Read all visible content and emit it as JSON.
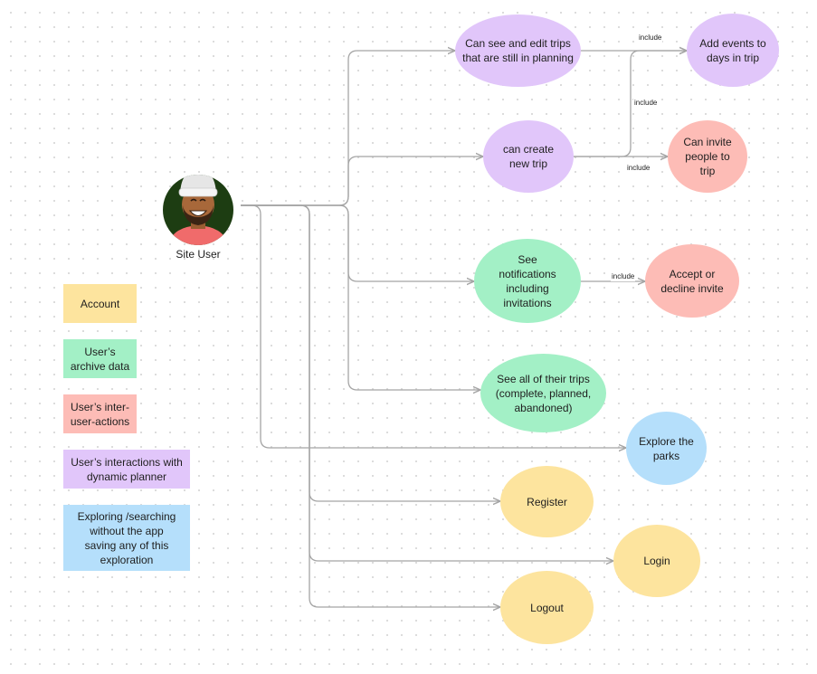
{
  "colors": {
    "yellow": "#fde49e",
    "green": "#a3f0c6",
    "red": "#fdbcb6",
    "purple": "#e1c6fa",
    "blue": "#b5dffb",
    "edge": "#a5a5a5"
  },
  "actor": {
    "label": "Site User",
    "icon": "user-avatar-icon"
  },
  "nodes": {
    "edit_trips": "Can see and edit trips that are still in planning",
    "add_events": "Add events to days in trip",
    "create_trip": "can create new trip",
    "invite_people": "Can invite people to trip",
    "notifications": "See notifications including invitations",
    "accept_decline": "Accept or decline invite",
    "all_trips": "See all of their trips (complete, planned, abandoned)",
    "explore_parks": "Explore the parks",
    "register": "Register",
    "login": "Login",
    "logout": "Logout"
  },
  "edge_labels": {
    "edit_to_events": "include",
    "create_to_events": "include",
    "create_to_invite": "include",
    "notif_to_accept": "include"
  },
  "legend": {
    "account": "Account",
    "archive": "User’s archive data",
    "inter_user": "User’s  inter-user-actions",
    "planner": "User’s interactions with dynamic planner",
    "exploring": "Exploring /searching without the app saving any of this exploration"
  }
}
